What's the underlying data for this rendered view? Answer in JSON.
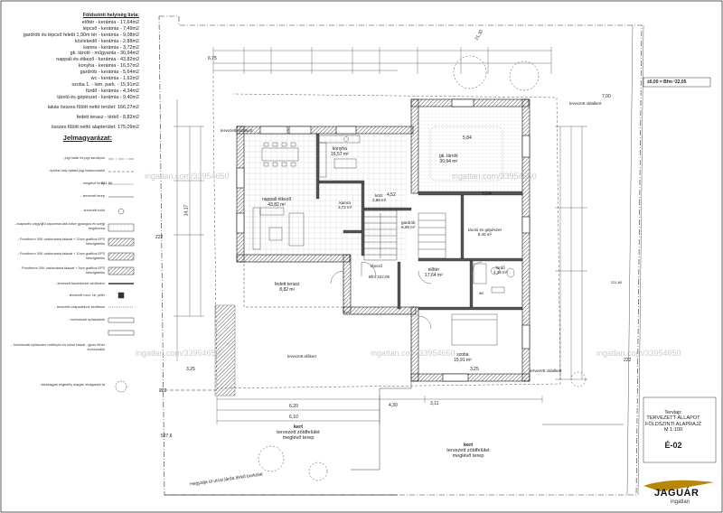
{
  "room_list": {
    "title": "Földszinti helyiség lista:",
    "rows": [
      "előtér - kerámia - 17,64m2",
      "lépcső - kerámia - 7,49m2",
      "gardrób és lépcső feletti 1,90m tér - kerámia - 9,08m2",
      "közlekedő - kerámia - 2,88m2",
      "kamra - kerámia - 3,72m2",
      "gk. tároló - műgyanta - 30,94m2",
      "nappali és étkező - kerámia - 43,82m2",
      "konyha - kerámia - 16,57m2",
      "gardrób - kerámia - 5,64m2",
      "wc - kerámia - 1,62m2",
      "szoba 1. - lam. park. - 15,91m2",
      "fürdő - kerámia - 4,34m2",
      "tároló és gépészet - kerámia - 9,40m2"
    ],
    "summary": [
      "lakás összes fűtött nettó terület: 166,27m2",
      "fedett terasz - térkő - 8,82m2",
      "összes fűtött nettó alapterület: 175,09m2"
    ]
  },
  "legend": {
    "title": "Jelmagyarázat:",
    "items": [
      "- jogi határ és jogi sarokpon",
      "- építési hely határa jogi határvonaltól",
      "- meglévő terep",
      "- tervezett terep",
      "- tervezett szint",
      "- csapadék vízgyűjtő zápormarulás kötve gyalogos és szegi forgalomra",
      "- Porotherm 30K vázkerámia falazat + 20cm grafitos EPS hőszigetelés",
      "- Porotherm 30K vázkerámia falazat + 10cm grafitos EPS hőszigetelés",
      "- Porotherm 30K vázkerámia falazat + 5cm grafitos EPS hőszigetelés",
      "- tervezett faszerkezet védőelem",
      "- tervezett mon. vb. pillér",
      "- tervezett csapadékvíz kerítésze",
      "- homlokzati nyílászárók",
      "- homlokzati nyílászáró redőnyöz és külső tokkal - gipsz fehér korrózióálló",
      "- faluleágyai engedély alapján kivágandó fa"
    ]
  },
  "labels": {
    "scale_head": "±0,00 = Bfm ²22,05",
    "garage": "gk. tároló",
    "garage_area": "30,94 m²",
    "living": "nappali étkező",
    "living_area": "43,82 m²",
    "kitchen": "konyha",
    "kitchen_area": "16,57 m²",
    "kamra": "kamra",
    "kamra_area": "3,72 m²",
    "kozl": "közl.",
    "kozl_area": "2,88 m²",
    "gardrob": "gardrób",
    "gardrob_area": "9,08 m²",
    "eloter": "előtér",
    "eloter_area": "17,64 m²",
    "tarolo": "tároló és gépészet",
    "tarolo_area": "9,40 m²",
    "szoba": "szoba",
    "szoba_area": "15,91 m²",
    "furdo": "fürdő",
    "furdo_area": "4,34 m²",
    "wc": "wc",
    "lepcso": "lépcső",
    "terasz": "fedett terasz",
    "terasz_area": "8,82 m²",
    "kert1": "kert",
    "kert1_sub": "tervezett zöldfelület meglévő terep",
    "kert2": "kert",
    "kert2_sub": "tervezett zöldfelület meglévő terep",
    "oldalkert_top": "tervezett oldalkert",
    "oldalkert_left": "tervezett oldalkert",
    "oldalkert_right": "tervezett oldalkert",
    "street": "Hegyalja út utcai járda",
    "street_sub": "térkő burkolat",
    "elo_kert": "tervezett előkert",
    "bfm_center": "Bfm 222,05",
    "dim_675": "6,75",
    "dim_1417": "14,17",
    "dim_620": "6,20",
    "dim_610": "6,10",
    "dim_325a": "3,25",
    "dim_325b": "3,25",
    "dim_700": "7,00",
    "dim_2130": "21,30",
    "dim_452": "4,52",
    "dim_584": "5,84",
    "dim_504": "5,04",
    "dim_311": "3,11",
    "dim_430": "4,30",
    "lvl_222a": "222",
    "lvl_222b": "222",
    "lvl_222c": "222",
    "lvl_221a": "221,60",
    "lvl_221b": "221,80",
    "north_mark": "527,6"
  },
  "stamp": {
    "line1": "Tervlap:",
    "line2": "TERVEZETT ÁLLAPOT",
    "line3": "FÖLDSZINTI ALAPRAJZ",
    "line4": "M 1:100",
    "code": "É-02"
  },
  "logo": {
    "brand": "JAGUÁR",
    "sub": "ingatlan"
  },
  "watermark": "ingatlan.com/33954650",
  "colors": {
    "line": "#1a1a1a",
    "dim": "#444444",
    "hatch": "#666666",
    "logo_accent": "#b8860b"
  }
}
